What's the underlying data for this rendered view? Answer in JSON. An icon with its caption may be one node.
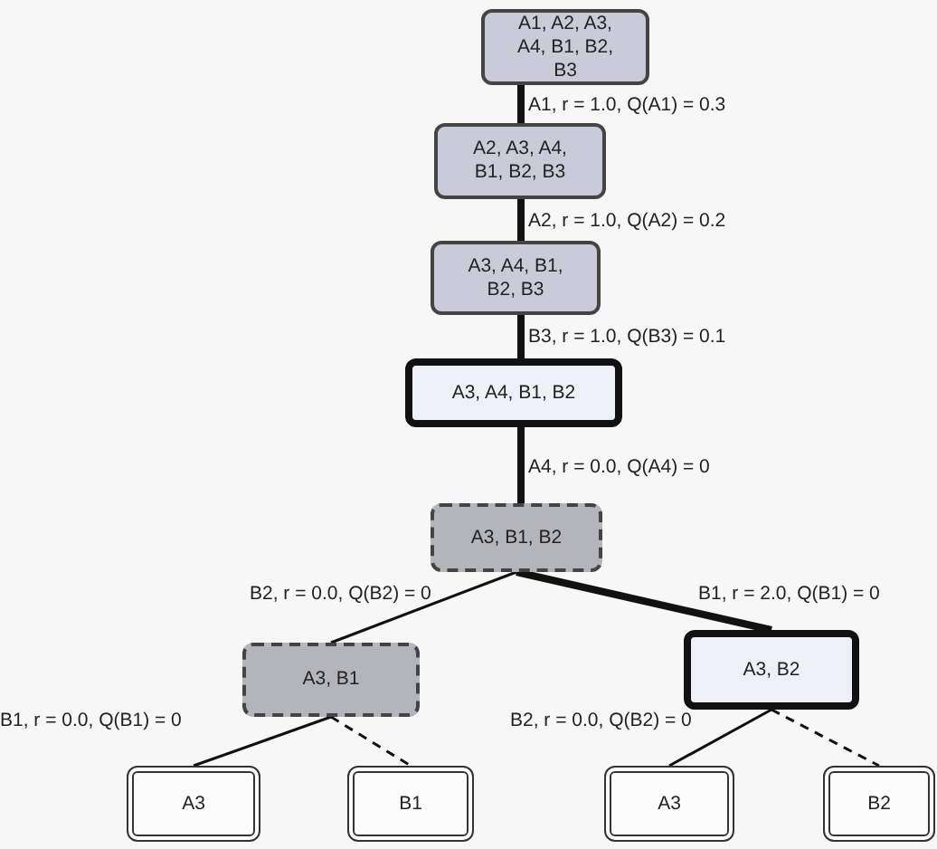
{
  "diagram": {
    "nodes": [
      {
        "text": [
          "A1, A2, A3, A4, B1, B2, B3"
        ]
      },
      {
        "text": [
          "A2, A3, A4, B1, B2, B3"
        ]
      },
      {
        "text": [
          "A3, A4, B1, B2, B3"
        ]
      },
      {
        "text": [
          "A3, A4, B1, B2"
        ]
      },
      {
        "text": [
          "A3, B1, B2"
        ]
      },
      {
        "text": [
          "A3, B1"
        ]
      },
      {
        "text": [
          "A3, B2"
        ]
      },
      {
        "text": [
          "A3"
        ]
      },
      {
        "text": [
          "B1"
        ]
      },
      {
        "text": [
          "A3"
        ]
      },
      {
        "text": [
          "B2"
        ]
      }
    ],
    "edges": [
      {
        "from": 0,
        "to": 1,
        "arrow": "none",
        "label": "A1, r = 1.0, Q(A1) = 0.3",
        "style": "thick"
      },
      {
        "from": 1,
        "to": 2,
        "arrow": "none",
        "label": "A2, r = 1.0, Q(A2) = 0.2",
        "style": "thick"
      },
      {
        "from": 2,
        "to": 3,
        "arrow": "none",
        "label": "B3, r = 1.0, Q(B3) = 0.1",
        "style": "thick"
      },
      {
        "from": 3,
        "to": 4,
        "arrow": "none",
        "label": "A4, r = 0.0, Q(A4) = 0",
        "style": "thick"
      },
      {
        "from": 4,
        "to": 5,
        "arrow": "none",
        "label": "B2, r = 0.0, Q(B2) = 0"
      },
      {
        "from": 4,
        "to": 6,
        "arrow": "none",
        "label": "B1, r = 2.0, Q(B1) = 0",
        "style": "thick"
      },
      {
        "from": 5,
        "to": 7,
        "arrow": "none",
        "label": "B1, r = 0.0, Q(B1) = 0"
      },
      {
        "from": 5,
        "to": 8,
        "arrow": "none",
        "style": "dashed"
      },
      {
        "from": 6,
        "to": 9,
        "arrow": "none",
        "label": "B2, r = 0.0, Q(B2) = 0"
      },
      {
        "from": 6,
        "to": 10,
        "arrow": "none",
        "style": "dashed"
      }
    ]
  }
}
